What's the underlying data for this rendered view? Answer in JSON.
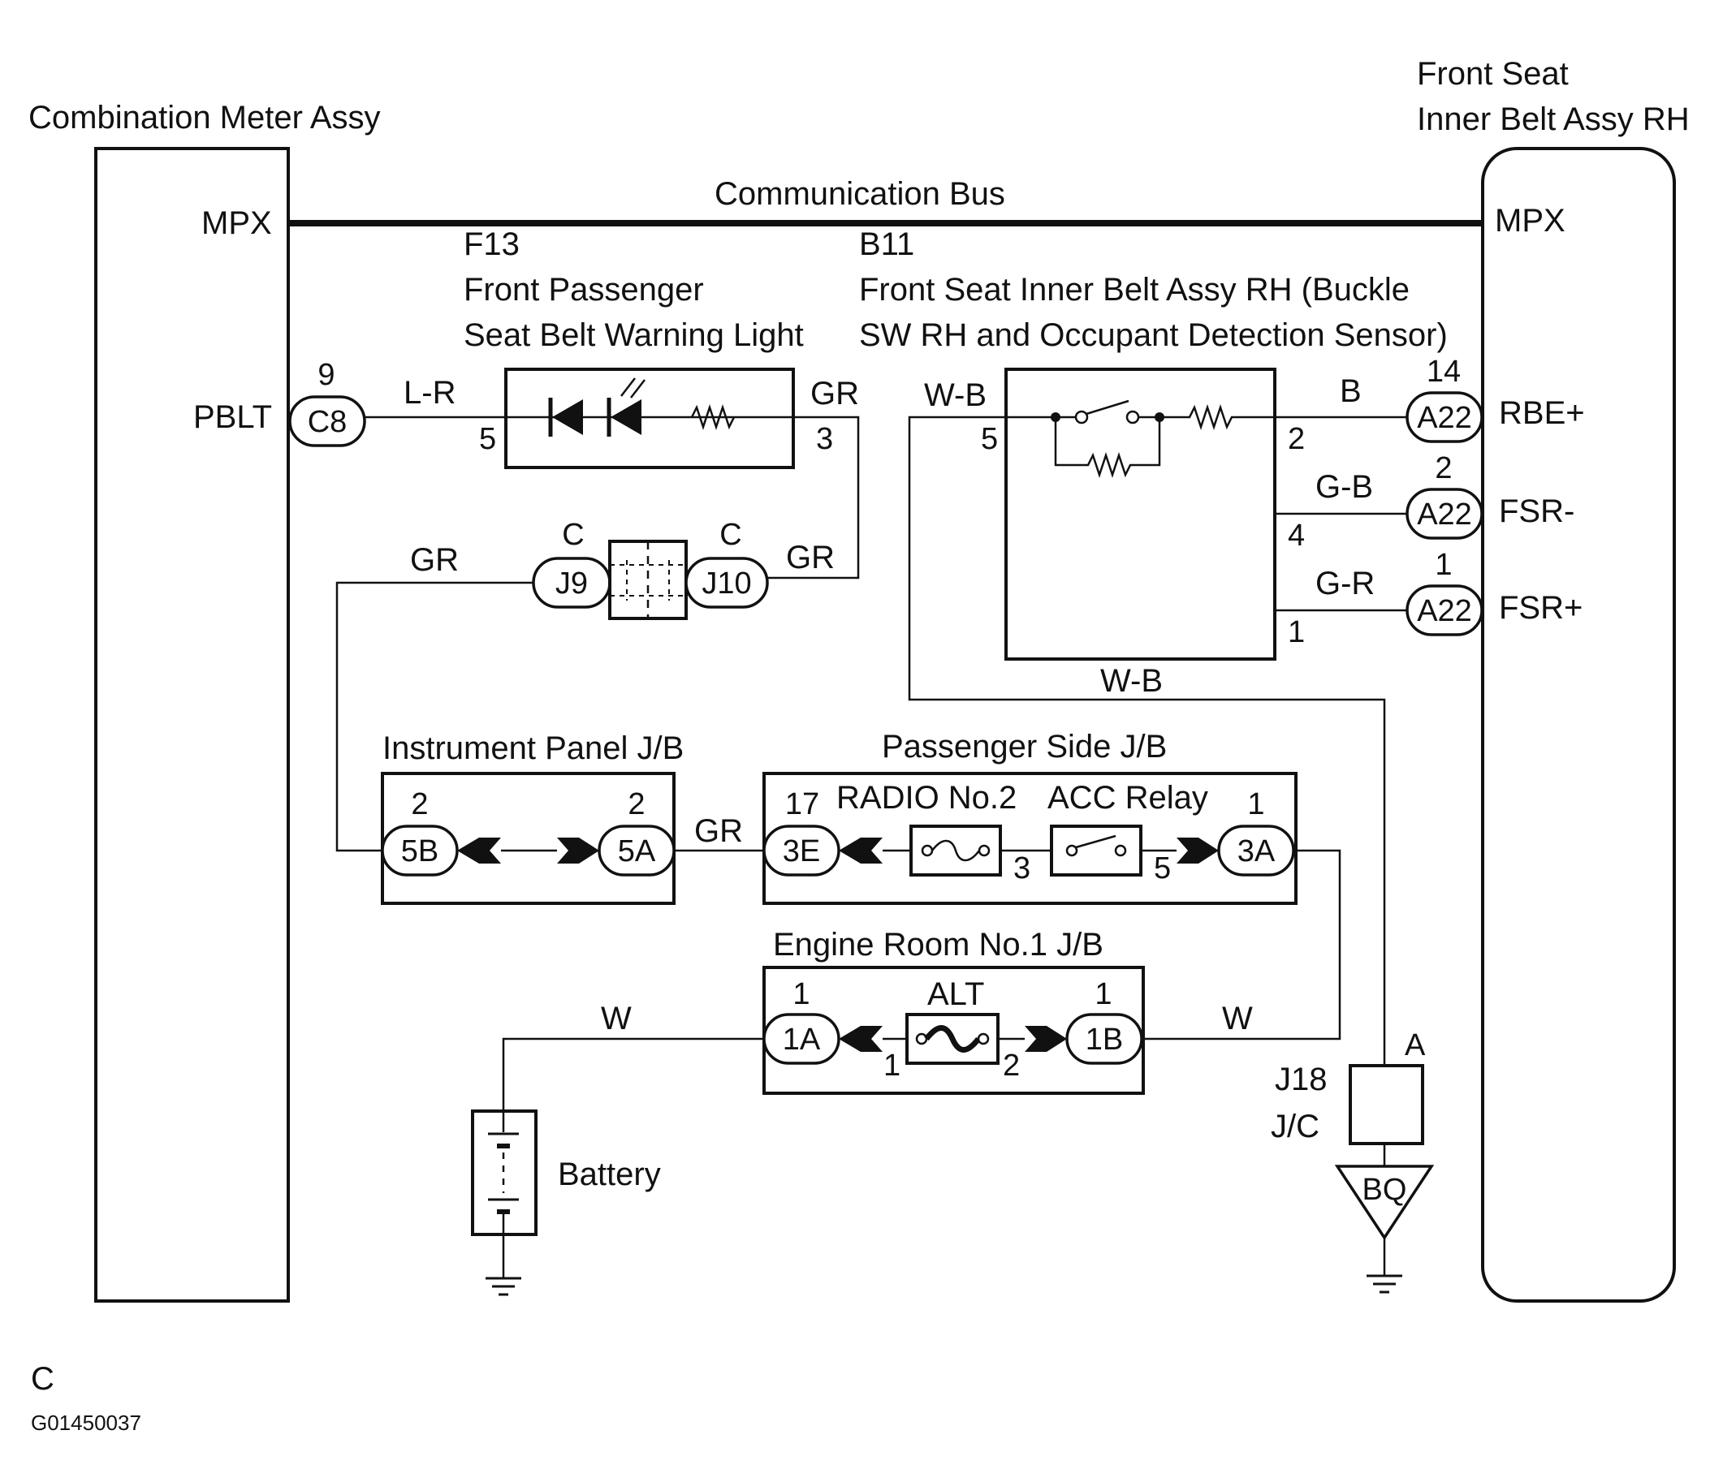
{
  "components": {
    "combination_meter": "Combination Meter Assy",
    "front_seat_belt_line1": "Front Seat",
    "front_seat_belt_line2": "Inner Belt Assy RH",
    "comm_bus": "Communication Bus",
    "f13_code": "F13",
    "f13_line1": "Front Passenger",
    "f13_line2": "Seat Belt Warning Light",
    "b11_code": "B11",
    "b11_line1": "Front Seat Inner Belt Assy RH (Buckle",
    "b11_line2": "SW RH and Occupant Detection Sensor)",
    "instrument_panel_jb": "Instrument Panel J/B",
    "passenger_side_jb": "Passenger Side J/B",
    "engine_room_jb": "Engine Room No.1 J/B",
    "radio_no2": "RADIO No.2",
    "acc_relay": "ACC Relay",
    "alt": "ALT",
    "battery": "Battery",
    "j18": "J18",
    "jc": "J/C",
    "ground_bq": "BQ"
  },
  "terminals": {
    "mpx_left": "MPX",
    "mpx_right": "MPX",
    "pblt": "PBLT",
    "rbe_plus": "RBE+",
    "fsr_minus": "FSR-",
    "fsr_plus": "FSR+"
  },
  "connectors": {
    "c8": "C8",
    "a22_a": "A22",
    "a22_b": "A22",
    "a22_c": "A22",
    "j9": "J9",
    "j10": "J10",
    "b5": "5B",
    "a5": "5A",
    "e3": "3E",
    "a3": "3A",
    "a1": "1A",
    "b1": "1B"
  },
  "pins": {
    "c8_pin": "9",
    "f13_in": "5",
    "f13_out": "3",
    "b11_in": "5",
    "b11_2": "2",
    "b11_4": "4",
    "b11_1": "1",
    "a22_14": "14",
    "a22_2": "2",
    "a22_1": "1",
    "j9_c": "C",
    "j10_c": "C",
    "b5_pin": "2",
    "a5_pin": "2",
    "e3_pin": "17",
    "a3_pin": "1",
    "radio_out": "3",
    "relay_out": "5",
    "a1_pin": "1",
    "b1_pin": "1",
    "alt_in": "1",
    "alt_out": "2",
    "j18_a": "A"
  },
  "wire_colors": {
    "l_r": "L-R",
    "gr_top": "GR",
    "gr_j9": "GR",
    "gr_j10": "GR",
    "gr_jb": "GR",
    "w_b_top": "W-B",
    "w_b_bottom": "W-B",
    "b": "B",
    "g_b": "G-B",
    "g_r": "G-R",
    "w_left": "W",
    "w_right": "W"
  },
  "footer": {
    "code": "C",
    "figure_id": "G01450037"
  }
}
